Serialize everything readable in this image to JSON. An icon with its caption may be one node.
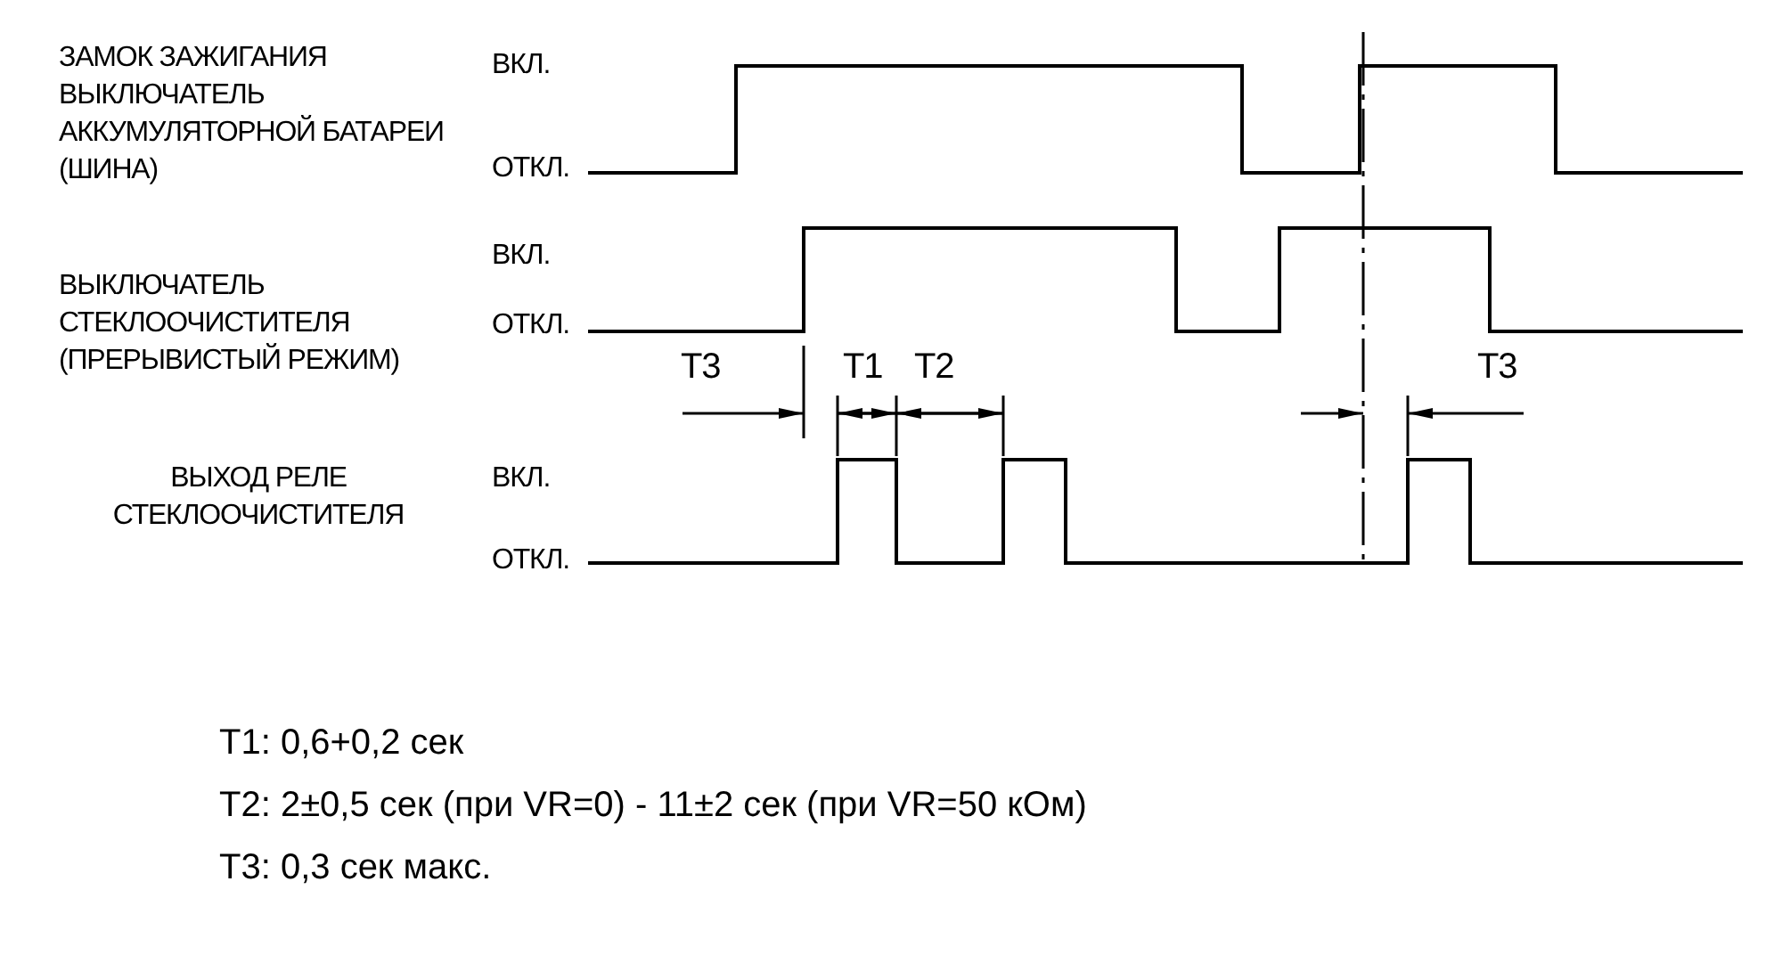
{
  "diagram": {
    "labels": [
      "ЗАМОК ЗАЖИГАНИЯ ВЫКЛЮЧАТЕЛЬ АККУМУЛЯТОРНОЙ БАТАРЕИ (ШИНА)",
      "ВКЛ.",
      "ОТКЛ.",
      "ВЫКЛЮЧАТЕЛЬ СТЕКЛООЧИСТИТЕЛЯ (ПРЕРЫВИСТЫЙ РЕЖИМ)",
      "ВКЛ.",
      "ОТКЛ.",
      "T3",
      "T1",
      "T2",
      "T3",
      "ВЫХОД РЕЛЕ СТЕКЛООЧИСТИТЕЛЯ",
      "ВКЛ.",
      "ОТКЛ.",
      "T1: 0,6+0,2 сек",
      "T2: 2±0,5 сек (при VR=0) - 11±2 сек (при VR=50 кОм)",
      "T3: 0,3 сек макс."
    ]
  }
}
